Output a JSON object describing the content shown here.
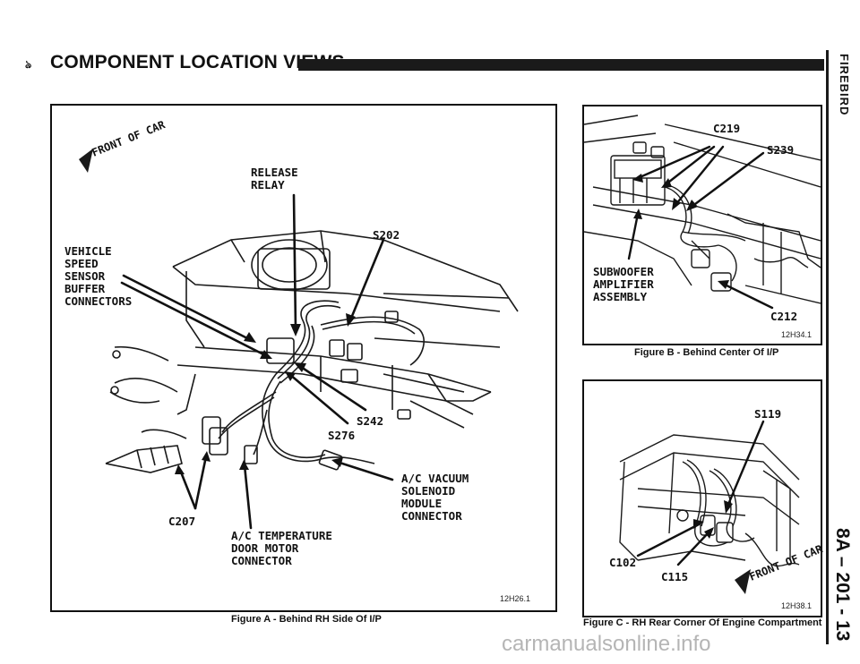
{
  "header": {
    "mark": "ঌ",
    "title": "COMPONENT LOCATION VIEWS"
  },
  "side": {
    "top": "FIREBIRD",
    "bottom": "8A – 201 - 13"
  },
  "figure_a": {
    "front": "FRONT OF CAR",
    "labels": {
      "release_relay": "RELEASE\nRELAY",
      "vehicle_speed": "VEHICLE\nSPEED\nSENSOR\nBUFFER\nCONNECTORS",
      "s202": "S202",
      "s242": "S242",
      "s276": "S276",
      "ac_vacuum": "A/C VACUUM\nSOLENOID\nMODULE\nCONNECTOR",
      "c207": "C207",
      "ac_temperature": "A/C TEMPERATURE\nDOOR MOTOR\nCONNECTOR"
    },
    "ref": "12H26.1",
    "caption": "Figure A - Behind RH Side Of I/P"
  },
  "figure_b": {
    "labels": {
      "c219": "C219",
      "s239": "S239",
      "subwoofer": "SUBWOOFER\nAMPLIFIER\nASSEMBLY",
      "c212": "C212"
    },
    "ref": "12H34.1",
    "caption": "Figure B - Behind Center Of I/P"
  },
  "figure_c": {
    "front": "FRONT OF CAR",
    "labels": {
      "s119": "S119",
      "c102": "C102",
      "c115": "C115"
    },
    "ref": "12H38.1",
    "caption": "Figure C - RH Rear Corner Of Engine Compartment"
  },
  "watermark": "carmanualsonline.info"
}
